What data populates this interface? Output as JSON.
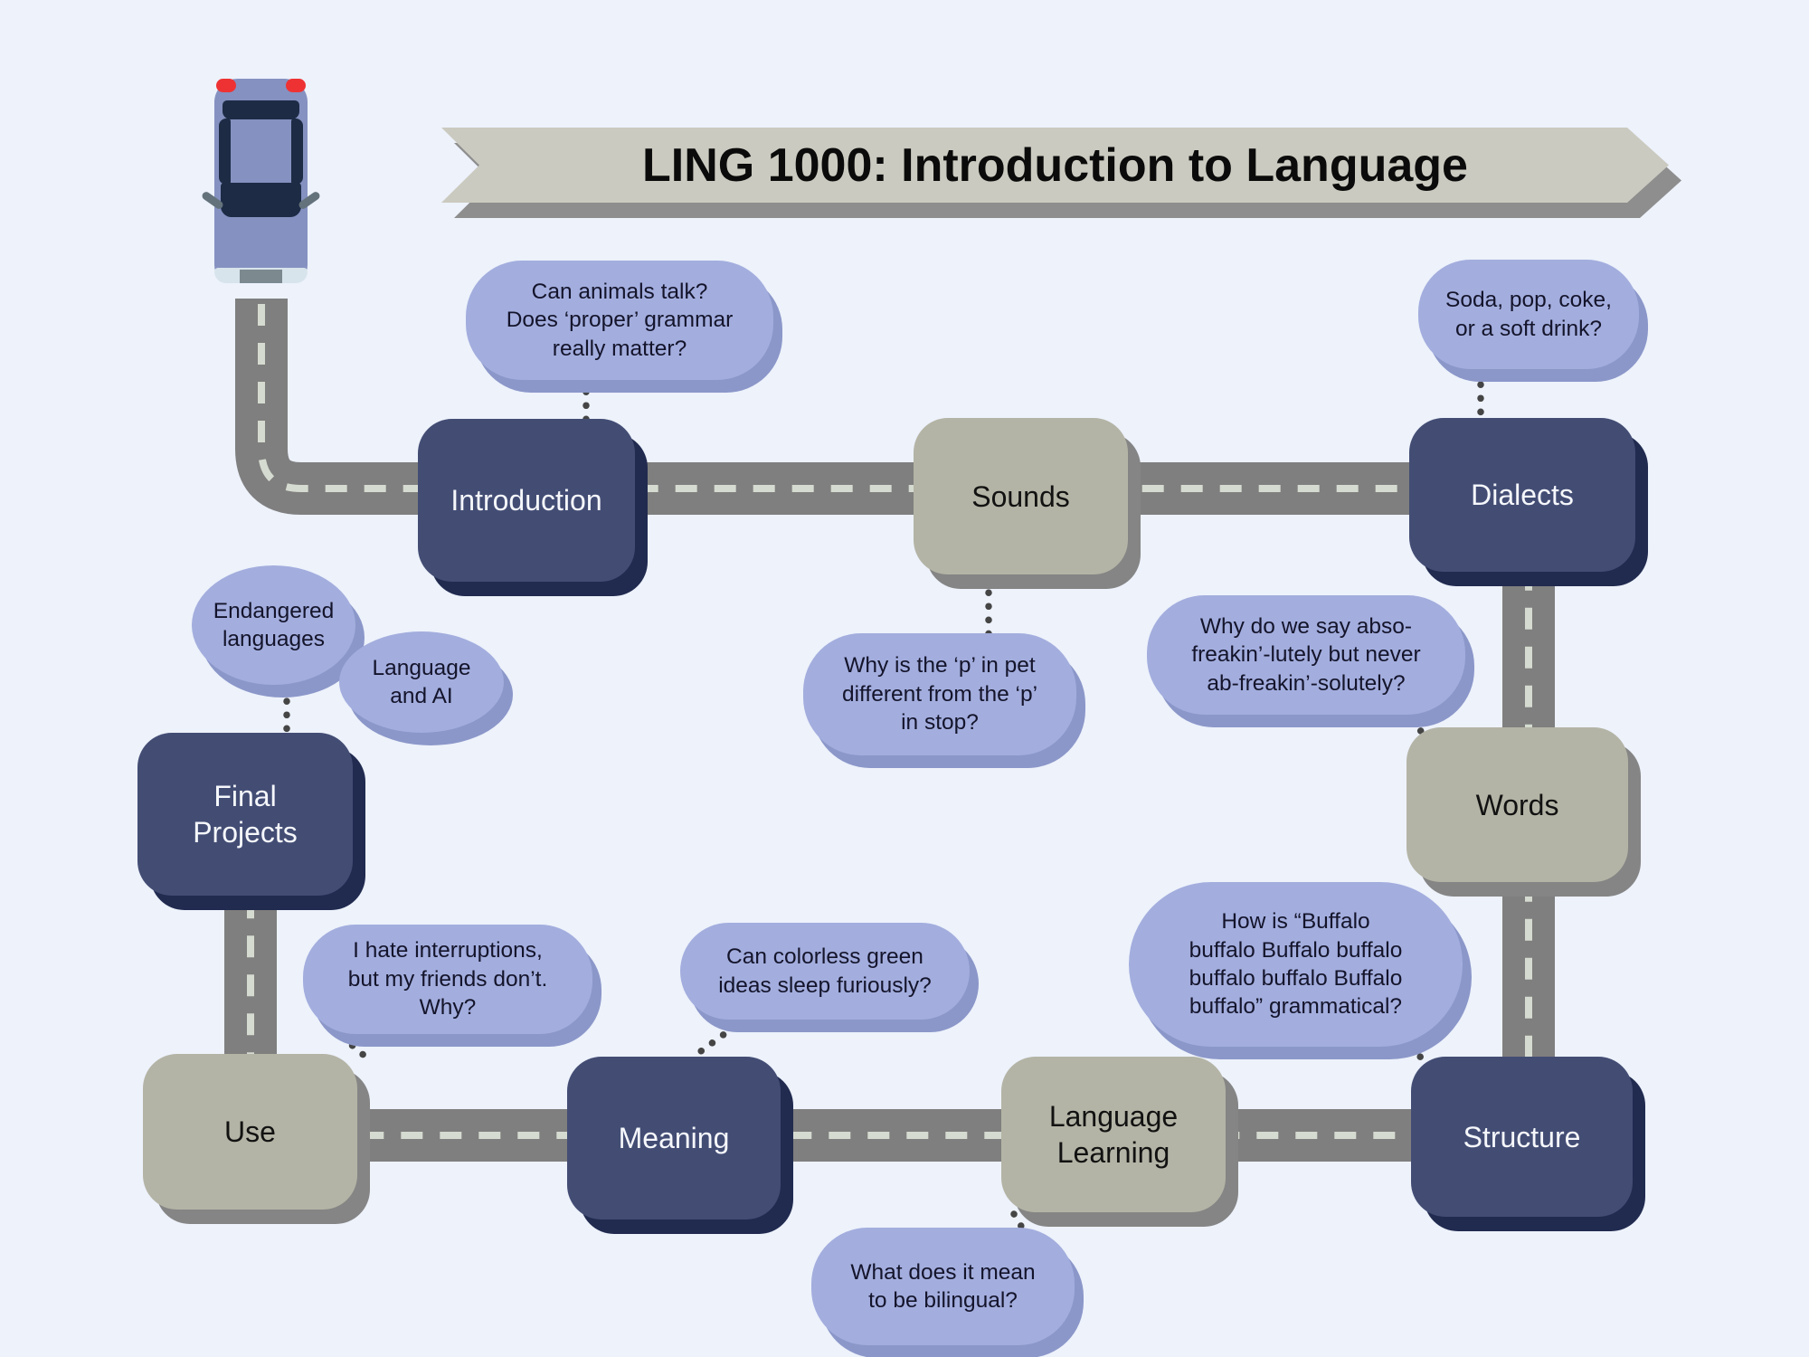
{
  "title": {
    "text": "LING 1000: Introduction to Language"
  },
  "stations": {
    "introduction": {
      "label": "Introduction"
    },
    "sounds": {
      "label": "Sounds"
    },
    "dialects": {
      "label": "Dialects"
    },
    "words": {
      "label": "Words"
    },
    "structure": {
      "label": "Structure"
    },
    "language_learning": {
      "label": "Language\nLearning"
    },
    "meaning": {
      "label": "Meaning"
    },
    "use": {
      "label": "Use"
    },
    "final_projects": {
      "label": "Final\nProjects"
    }
  },
  "bubbles": {
    "animals": {
      "text": "Can animals talk?\nDoes ‘proper’ grammar\nreally matter?"
    },
    "soda": {
      "text": "Soda, pop, coke,\nor a soft drink?"
    },
    "pet": {
      "text": "Why is the ‘p’ in pet\ndifferent from the ‘p’\nin stop?"
    },
    "abso": {
      "text": "Why do we say abso-\nfreakin’-lutely but never\nab-freakin’-solutely?"
    },
    "endangered": {
      "text": "Endangered\nlanguages"
    },
    "ai": {
      "text": "Language\nand AI"
    },
    "interruptions": {
      "text": "I hate interruptions,\nbut my friends don’t.\nWhy?"
    },
    "colorless": {
      "text": "Can colorless green\nideas sleep furiously?"
    },
    "buffalo": {
      "text": "How is “Buffalo\nbuffalo Buffalo buffalo\nbuffalo buffalo Buffalo\nbuffalo” grammatical?"
    },
    "bilingual": {
      "text": "What does it mean\nto be bilingual?"
    }
  },
  "colors": {
    "background": "#edf2fb",
    "road": "#7f7f7f",
    "road_dash": "#d5dbd0",
    "navy_station": "#434d74",
    "navy_station_shadow": "#212b50",
    "sage_station": "#b4b4a6",
    "sage_station_shadow": "#858585",
    "bubble": "#a3aede",
    "bubble_shadow": "#8b97c9",
    "banner": "#cbcac0",
    "banner_shadow": "#8e8e8e",
    "connector_dots": "#454545",
    "car_body": "#8591c0",
    "car_windows": "#1d2b45",
    "car_taillight": "#ee3233"
  }
}
